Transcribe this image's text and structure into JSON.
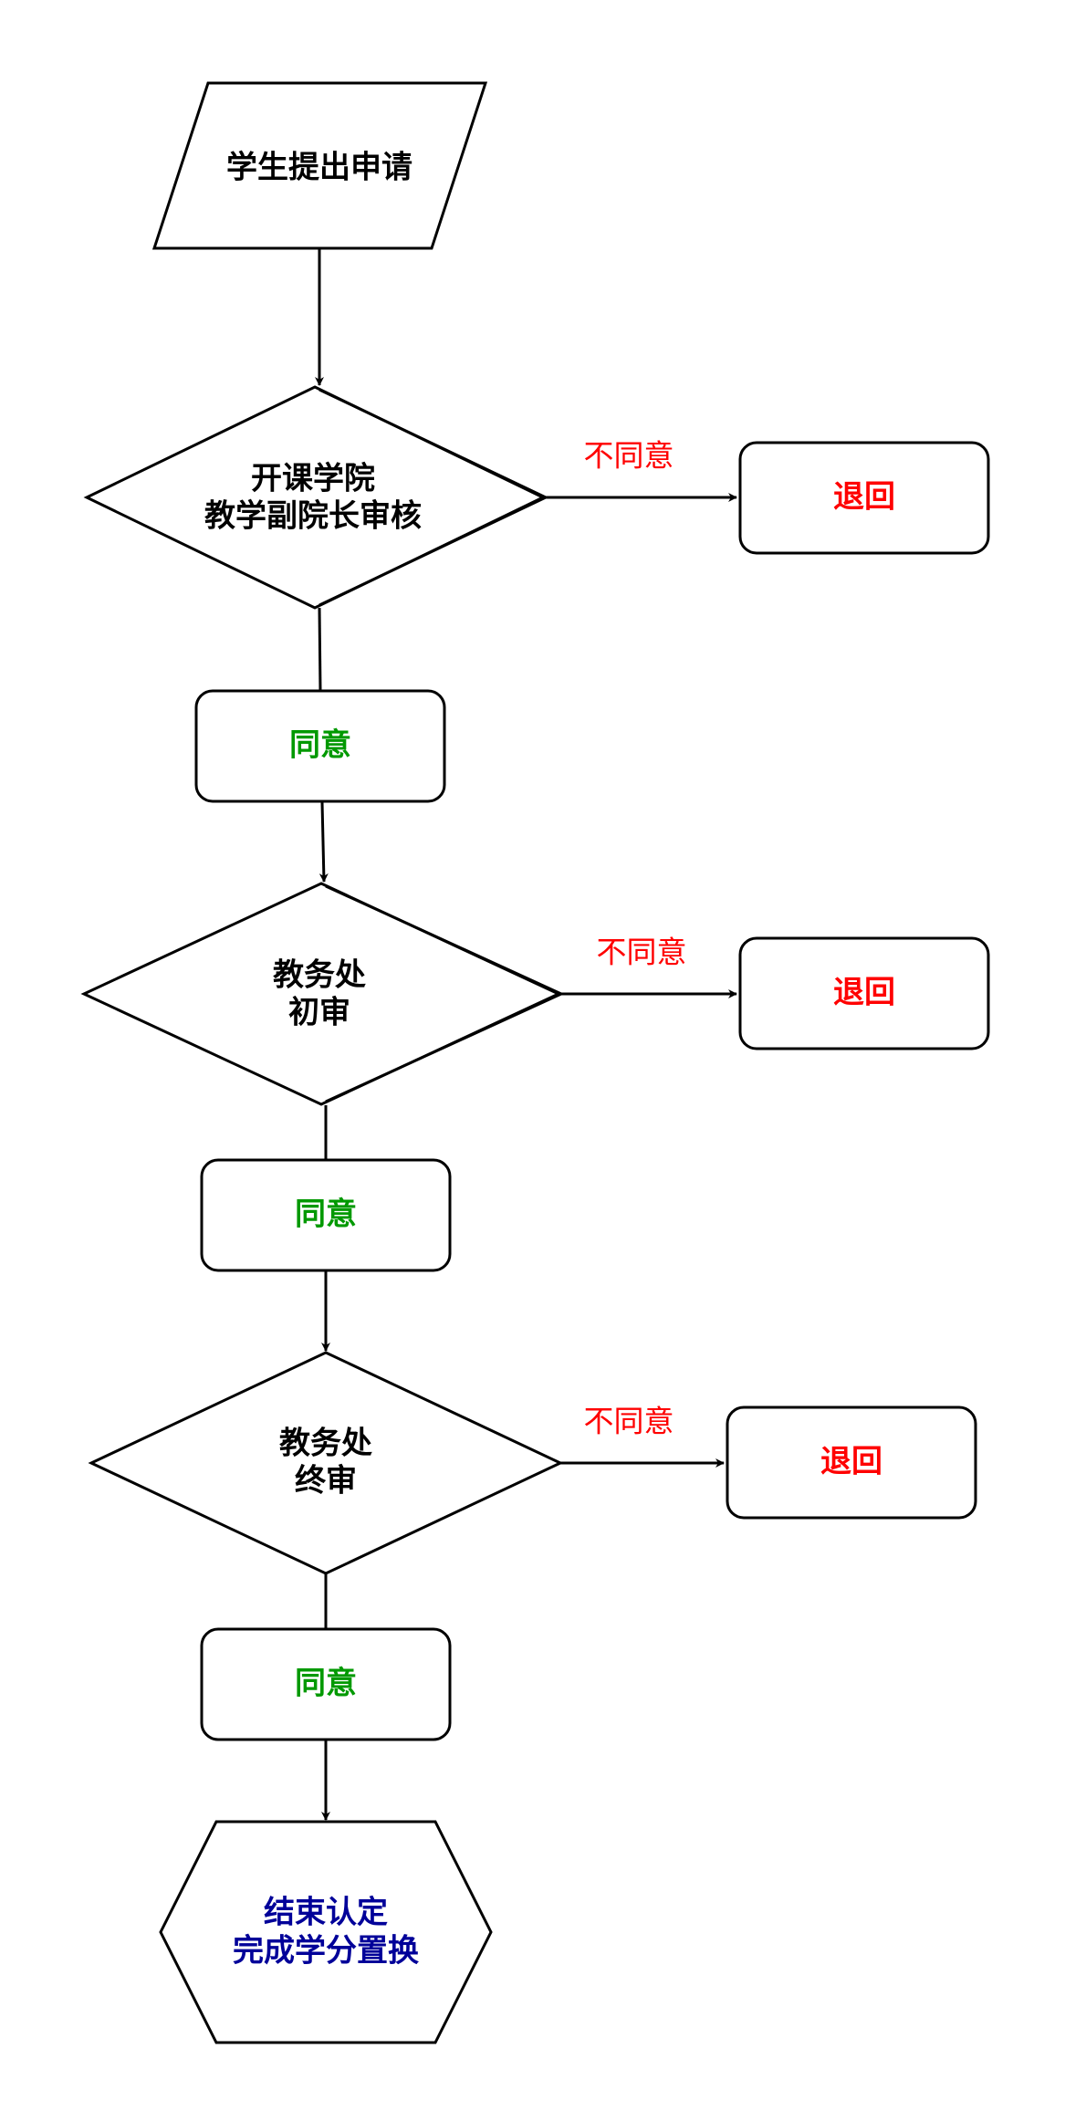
{
  "colors": {
    "line": "#000000",
    "text_dark": "#000000",
    "reject": "#ff0000",
    "agree": "#009900",
    "end": "#000099",
    "background": "#ffffff"
  },
  "start": {
    "label": "学生提出申请"
  },
  "review1": {
    "line1": "开课学院",
    "line2": "教学副院长审核"
  },
  "review2": {
    "line1": "教务处",
    "line2": "初审"
  },
  "review3": {
    "line1": "教务处",
    "line2": "终审"
  },
  "disagree": {
    "label": "不同意"
  },
  "reject": {
    "label": "退回"
  },
  "agree": {
    "label": "同意"
  },
  "end": {
    "line1": "结束认定",
    "line2": "完成学分置换"
  }
}
